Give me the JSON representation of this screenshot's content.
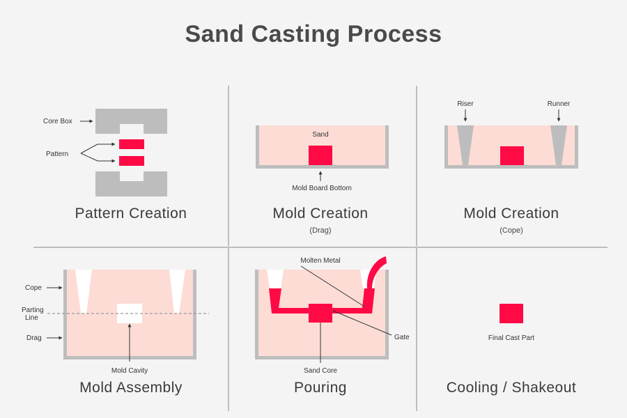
{
  "title": "Sand Casting Process",
  "colors": {
    "sand": "#fddcd6",
    "metal": "#ff0a45",
    "box": "#bdbdbd",
    "background": "#f4f4f4",
    "text": "#3a3a3a"
  },
  "steps": [
    {
      "caption": "Pattern Creation",
      "subcaption": "",
      "labels": {
        "core_box": "Core Box",
        "pattern": "Pattern"
      }
    },
    {
      "caption": "Mold Creation",
      "subcaption": "(Drag)",
      "labels": {
        "sand": "Sand",
        "mold_board_bottom": "Mold Board Bottom"
      }
    },
    {
      "caption": "Mold Creation",
      "subcaption": "(Cope)",
      "labels": {
        "riser": "Riser",
        "runner": "Runner"
      }
    },
    {
      "caption": "Mold Assembly",
      "subcaption": "",
      "labels": {
        "cope": "Cope",
        "parting_line_1": "Parting",
        "parting_line_2": "Line",
        "drag": "Drag",
        "mold_cavity": "Mold Cavity"
      }
    },
    {
      "caption": "Pouring",
      "subcaption": "",
      "labels": {
        "molten_metal": "Molten Metal",
        "gate": "Gate",
        "sand_core": "Sand Core"
      }
    },
    {
      "caption": "Cooling / Shakeout",
      "subcaption": "",
      "labels": {
        "final_cast_part": "Final Cast Part"
      }
    }
  ]
}
